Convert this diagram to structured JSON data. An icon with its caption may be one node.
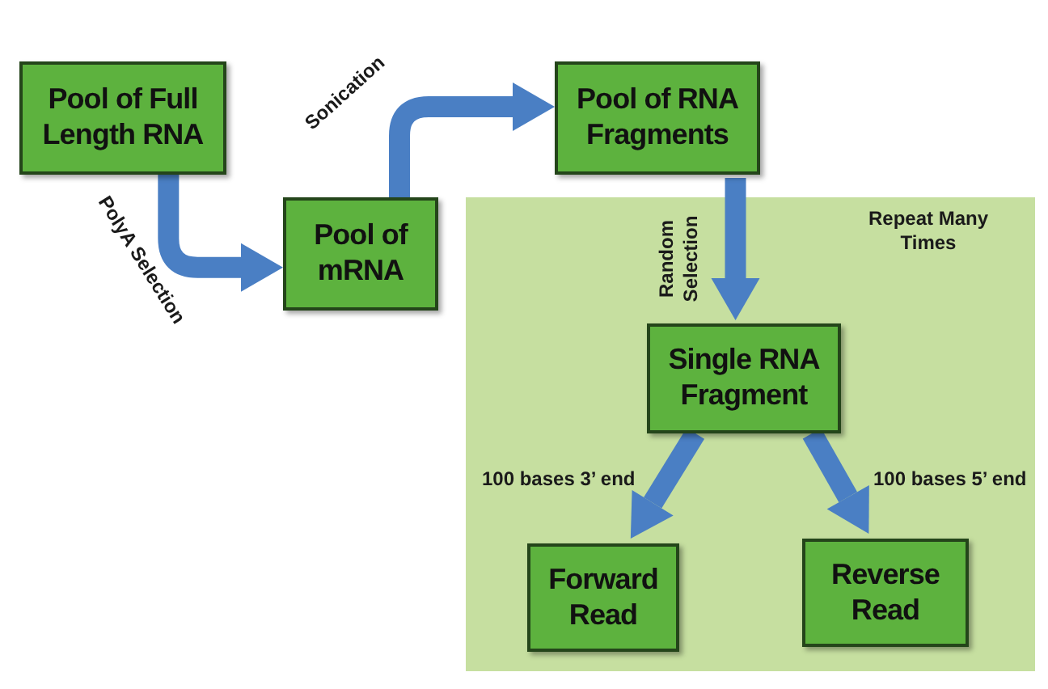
{
  "diagram": {
    "nodes": [
      {
        "text": [
          "Pool of Full Length RNA"
        ]
      },
      {
        "text": [
          "Pool of mRNA"
        ]
      },
      {
        "text": [
          "Pool of RNA Fragments"
        ]
      },
      {
        "text": [
          "Repeat Many Times"
        ]
      },
      {
        "text": [
          "Single RNA Fragment"
        ],
        "in": 3
      },
      {
        "text": [
          "Forward Read"
        ],
        "in": 3
      },
      {
        "text": [
          "Reverse Read"
        ],
        "in": 3
      }
    ],
    "edges": [
      {
        "from": 0,
        "to": 1,
        "arrow": "to",
        "label": "PolyA Selection"
      },
      {
        "from": 1,
        "to": 2,
        "arrow": "to",
        "label": "Sonication"
      },
      {
        "from": 2,
        "to": 4,
        "arrow": "to",
        "label": "Random Selection"
      },
      {
        "from": 4,
        "to": 5,
        "arrow": "to",
        "label": "100 bases 3’ end"
      },
      {
        "from": 4,
        "to": 6,
        "arrow": "to",
        "label": "100 bases 5’ end"
      }
    ]
  }
}
